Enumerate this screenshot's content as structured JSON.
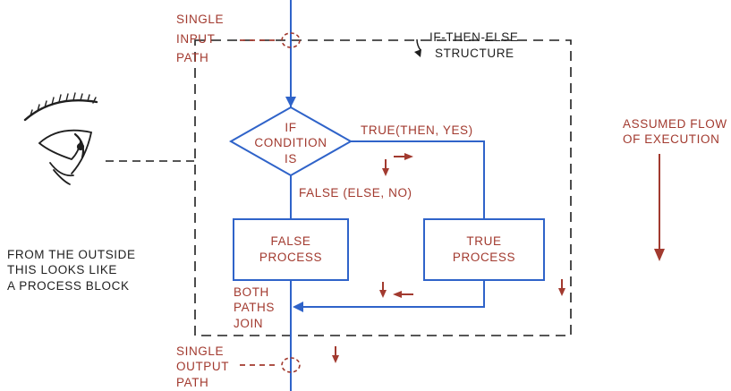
{
  "colors": {
    "blue": "#2f63c9",
    "red": "#a23a2f",
    "black": "#1f1f1f",
    "background": "#ffffff"
  },
  "labels": {
    "single_input": [
      "SINGLE",
      "INPUT",
      "PATH"
    ],
    "structure_label": [
      "IF-THEN-ELSE",
      "STRUCTURE"
    ],
    "condition": [
      "IF",
      "CONDITION",
      "IS"
    ],
    "true_branch": "TRUE(THEN, YES)",
    "false_branch": "FALSE (ELSE, NO)",
    "false_process": [
      "FALSE",
      "PROCESS"
    ],
    "true_process": [
      "TRUE",
      "PROCESS"
    ],
    "both_paths_join": [
      "BOTH",
      "PATHS",
      "JOIN"
    ],
    "single_output": [
      "SINGLE",
      "OUTPUT",
      "PATH"
    ],
    "assumed_flow": [
      "ASSUMED FLOW",
      "OF EXECUTION"
    ],
    "outside_view": [
      "FROM THE OUTSIDE",
      "THIS LOOKS LIKE",
      "A PROCESS BLOCK"
    ]
  },
  "icons": {
    "eye": "eye-icon"
  }
}
